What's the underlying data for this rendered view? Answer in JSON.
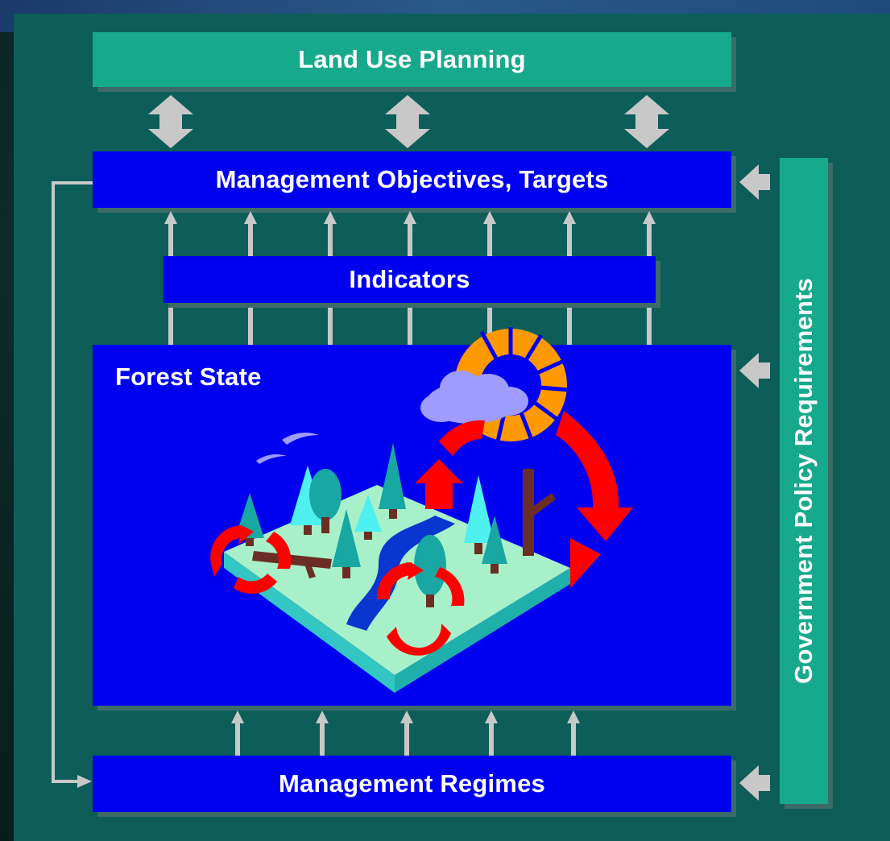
{
  "labels": {
    "land_use_planning": "Land Use Planning",
    "management_objectives": "Management Objectives, Targets",
    "indicators": "Indicators",
    "forest_state": "Forest State",
    "management_regimes": "Management Regimes",
    "government_policy": "Government Policy Requirements"
  },
  "colors": {
    "panel": "#0d5e58",
    "teal_box": "#17a98c",
    "blue_box": "#0000f0",
    "arrow_grey": "#c8c8c8",
    "cycle_red": "#ff0000",
    "sun_orange": "#ff9900"
  }
}
